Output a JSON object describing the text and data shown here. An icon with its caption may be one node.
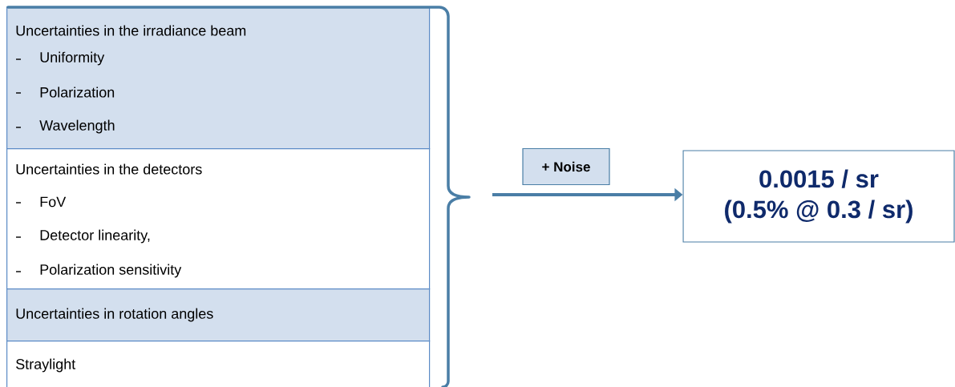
{
  "diagram": {
    "nodes": [
      {
        "text": [
          "Uncertainties in the irradiance beam",
          "Uniformity",
          "Polarization",
          "Wavelength"
        ]
      },
      {
        "text": [
          "Uncertainties in the detectors",
          "FoV",
          "Detector linearity,",
          "Polarization sensitivity"
        ]
      },
      {
        "text": [
          "Uncertainties in rotation angles"
        ]
      },
      {
        "text": [
          "Straylight"
        ]
      },
      {
        "text": [
          "+ Noise"
        ]
      },
      {
        "text": [
          "0.0015 / sr",
          "(0.5% @ 0.3 / sr)"
        ]
      }
    ],
    "edges": [
      {
        "from": null,
        "to": 5,
        "arrow": "to"
      }
    ]
  }
}
